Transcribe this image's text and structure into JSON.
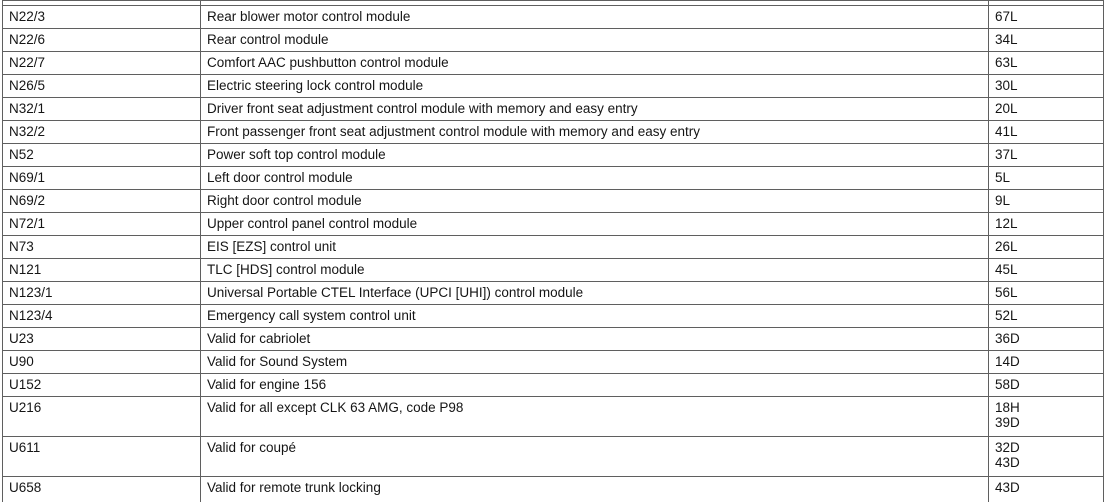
{
  "document": {
    "kind": "wiring-diagram-component-legend",
    "colors": {
      "background": "#ffffff",
      "border": "#5f5f5f",
      "text": "#151515"
    },
    "partial_top_row": {
      "visible": true,
      "text": ""
    },
    "rows": [
      {
        "code": "N22/3",
        "description": "Rear blower motor control module",
        "locations": [
          "67L"
        ]
      },
      {
        "code": "N22/6",
        "description": "Rear control module",
        "locations": [
          "34L"
        ]
      },
      {
        "code": "N22/7",
        "description": "Comfort AAC pushbutton control module",
        "locations": [
          "63L"
        ]
      },
      {
        "code": "N26/5",
        "description": "Electric steering lock control module",
        "locations": [
          "30L"
        ]
      },
      {
        "code": "N32/1",
        "description": "Driver front seat adjustment control module with memory and easy entry",
        "locations": [
          "20L"
        ]
      },
      {
        "code": "N32/2",
        "description": "Front passenger front seat adjustment control module with memory and easy entry",
        "locations": [
          "41L"
        ]
      },
      {
        "code": "N52",
        "description": "Power soft top control module",
        "locations": [
          "37L"
        ]
      },
      {
        "code": "N69/1",
        "description": "Left door control module",
        "locations": [
          "5L"
        ]
      },
      {
        "code": "N69/2",
        "description": "Right door control module",
        "locations": [
          "9L"
        ]
      },
      {
        "code": "N72/1",
        "description": "Upper control panel control module",
        "locations": [
          "12L"
        ]
      },
      {
        "code": "N73",
        "description": "EIS [EZS] control unit",
        "locations": [
          "26L"
        ]
      },
      {
        "code": "N121",
        "description": "TLC [HDS] control module",
        "locations": [
          "45L"
        ]
      },
      {
        "code": "N123/1",
        "description": "Universal Portable CTEL Interface (UPCI [UHI]) control module",
        "locations": [
          "56L"
        ]
      },
      {
        "code": "N123/4",
        "description": "Emergency call system control unit",
        "locations": [
          "52L"
        ]
      },
      {
        "code": "U23",
        "description": "Valid for cabriolet",
        "locations": [
          "36D"
        ]
      },
      {
        "code": "U90",
        "description": "Valid for Sound System",
        "locations": [
          "14D"
        ]
      },
      {
        "code": "U152",
        "description": "Valid for engine 156",
        "locations": [
          "58D"
        ]
      },
      {
        "code": "U216",
        "description": "Valid for all except CLK 63 AMG, code P98",
        "locations": [
          "18H",
          "39D"
        ]
      },
      {
        "code": "U611",
        "description": "Valid for coupé",
        "locations": [
          "32D",
          "43D"
        ]
      },
      {
        "code": "U658",
        "description": "Valid for remote trunk locking",
        "locations": [
          "43D"
        ]
      }
    ]
  }
}
